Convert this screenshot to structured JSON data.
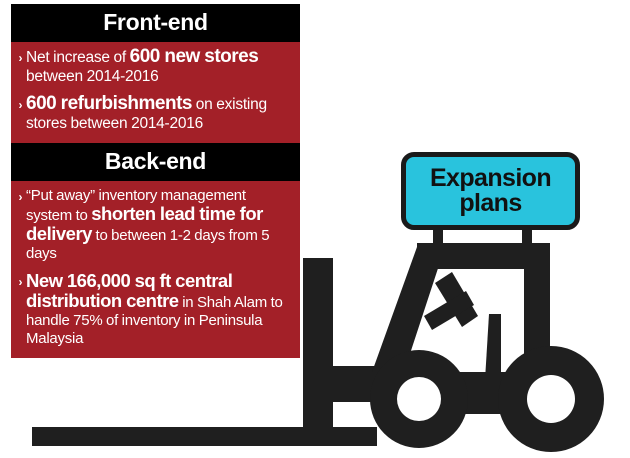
{
  "infographic": {
    "title_visible": false,
    "colors": {
      "panel_red": "#a32028",
      "header_black": "#000000",
      "sign_cyan": "#29c3dd",
      "forklift_black": "#1f1f1f",
      "text_white": "#ffffff"
    },
    "sections": [
      {
        "id": "front-end",
        "header": "Front-end",
        "bullets": [
          {
            "chevron": "›",
            "parts": [
              {
                "text": "Net increase of ",
                "bold": false
              },
              {
                "text": "600 new stores",
                "bold": true
              },
              {
                "text": " between 2014-2016",
                "bold": false
              }
            ]
          },
          {
            "chevron": "›",
            "parts": [
              {
                "text": "600 refurbishments",
                "bold": true
              },
              {
                "text": " on existing stores between 2014-2016",
                "bold": false
              }
            ]
          }
        ]
      },
      {
        "id": "back-end",
        "header": "Back-end",
        "bullets": [
          {
            "chevron": "›",
            "parts": [
              {
                "text": "“Put away” inventory management system to ",
                "bold": false
              },
              {
                "text": "shorten lead time for delivery",
                "bold": true
              },
              {
                "text": " to between 1-2 days from 5 days",
                "bold": false
              }
            ]
          },
          {
            "chevron": "›",
            "parts": [
              {
                "text": "New 166,000 sq ft central distribution centre",
                "bold": true
              },
              {
                "text": " in Shah Alam to handle 75% of inventory in Peninsula Malaysia",
                "bold": false
              }
            ]
          }
        ]
      }
    ],
    "sign": {
      "line1": "Expansion",
      "line2": "plans",
      "icon": "road-sign"
    },
    "illustration": {
      "name": "forklift-silhouette",
      "description": "black forklift truck silhouette facing left"
    }
  }
}
